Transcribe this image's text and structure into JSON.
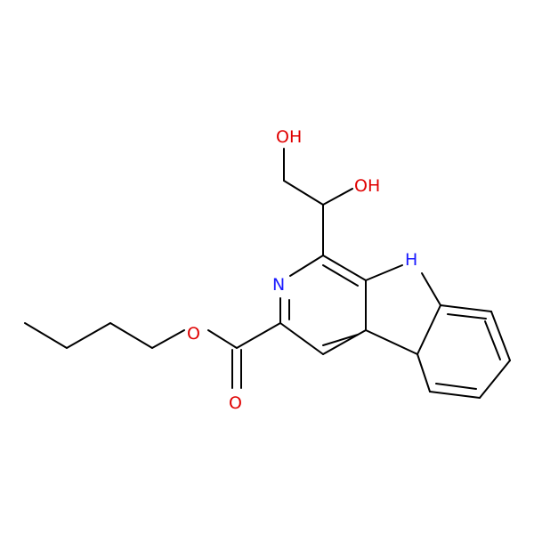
{
  "atoms": {
    "oh_top": {
      "label": "OH",
      "color": "#e00000"
    },
    "oh_side": {
      "label": "OH",
      "color": "#e00000"
    },
    "nh_h": {
      "label": "H",
      "color": "#1a1aff"
    },
    "n_ring": {
      "label": "N",
      "color": "#1a1aff"
    },
    "o_ester": {
      "label": "O",
      "color": "#e00000"
    },
    "o_carbonyl": {
      "label": "O",
      "color": "#e00000"
    }
  },
  "colors": {
    "bond": "#000000",
    "oxygen": "#e00000",
    "nitrogen": "#1a1aff",
    "background": "#ffffff"
  }
}
